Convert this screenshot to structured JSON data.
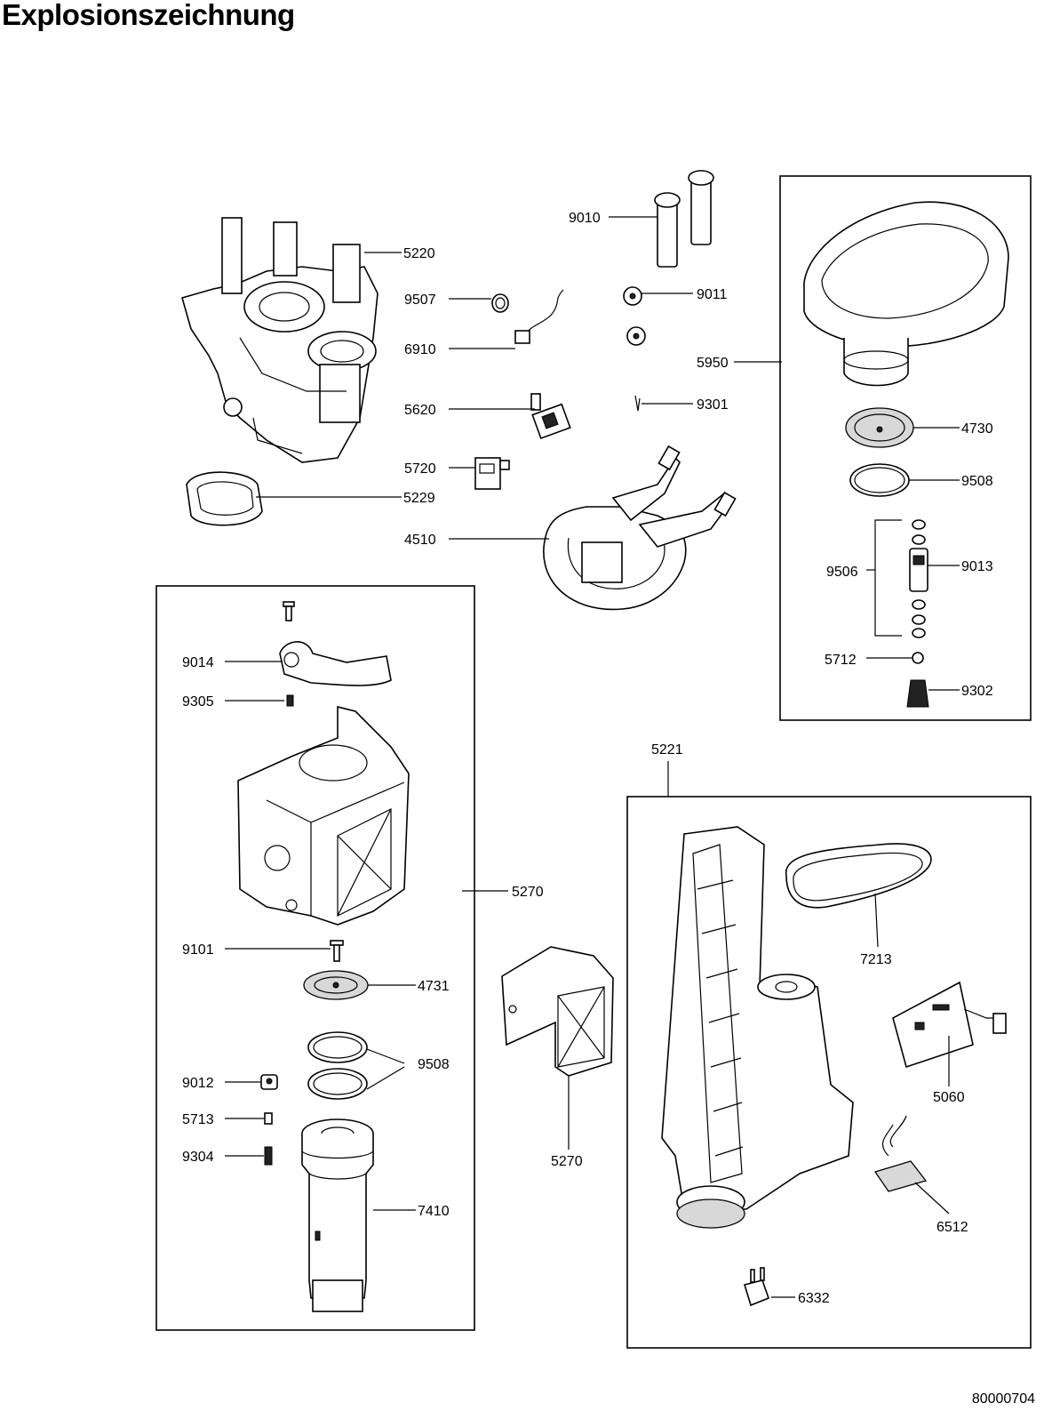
{
  "title": "Explosionszeichnung",
  "document_number": "80000704",
  "labels": {
    "p5220": "5220",
    "p9507": "9507",
    "p6910": "6910",
    "p5620": "5620",
    "p5720": "5720",
    "p5229": "5229",
    "p4510": "4510",
    "p9010": "9010",
    "p9011": "9011",
    "p9301": "9301",
    "p5950": "5950",
    "p4730": "4730",
    "p9508a": "9508",
    "p9506": "9506",
    "p9013": "9013",
    "p5712": "5712",
    "p9302": "9302",
    "p9014": "9014",
    "p9305": "9305",
    "p5270a": "5270",
    "p9101": "9101",
    "p4731": "4731",
    "p9508b": "9508",
    "p9012": "9012",
    "p5713": "5713",
    "p9304": "9304",
    "p7410": "7410",
    "p5270b": "5270",
    "p5221": "5221",
    "p7213": "7213",
    "p5060": "5060",
    "p6512": "6512",
    "p6332": "6332"
  }
}
